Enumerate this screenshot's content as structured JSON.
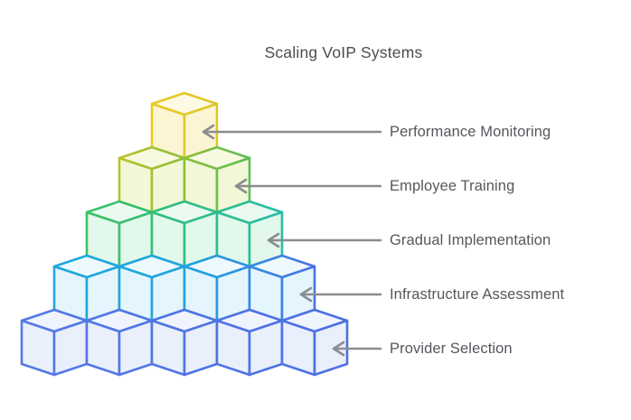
{
  "title": "Scaling VoIP Systems",
  "colors": {
    "background": "#FFFFFF",
    "title_text": "#4A4D50",
    "label_text": "#54575C",
    "arrow": "#8A8D90"
  },
  "pyramid": {
    "type": "isometric-cube-pyramid",
    "levels": [
      {
        "label": "Performance Monitoring",
        "cubes": 1,
        "stroke_stops": [
          [
            0,
            "#EAC922"
          ],
          [
            1,
            "#DEC52E"
          ]
        ],
        "fill_top": "#FDFAE3",
        "fill_side": "#FBF5D3"
      },
      {
        "label": "Employee Training",
        "cubes": 2,
        "stroke_stops": [
          [
            0,
            "#B9C42B"
          ],
          [
            0.5,
            "#8FBE3A"
          ],
          [
            1,
            "#5CBD55"
          ]
        ],
        "fill_top": "#F7FAE1",
        "fill_side": "#F2F8D7"
      },
      {
        "label": "Gradual Implementation",
        "cubes": 3,
        "stroke_stops": [
          [
            0,
            "#3FC063"
          ],
          [
            1,
            "#26BCA6"
          ]
        ],
        "fill_top": "#EBFAF1",
        "fill_side": "#E2F8EB"
      },
      {
        "label": "Infrastructure Assessment",
        "cubes": 4,
        "stroke_stops": [
          [
            0,
            "#1EA9DC"
          ],
          [
            0.55,
            "#22A2DE"
          ],
          [
            1,
            "#4A73E3"
          ]
        ],
        "fill_top": "#EEF9FE",
        "fill_side": "#E4F5FD"
      },
      {
        "label": "Provider Selection",
        "cubes": 5,
        "stroke_stops": [
          [
            0,
            "#5579E6"
          ],
          [
            1,
            "#4A70E2"
          ]
        ],
        "fill_top": "#F0F4FD",
        "fill_side": "#E9EFFB"
      }
    ]
  }
}
